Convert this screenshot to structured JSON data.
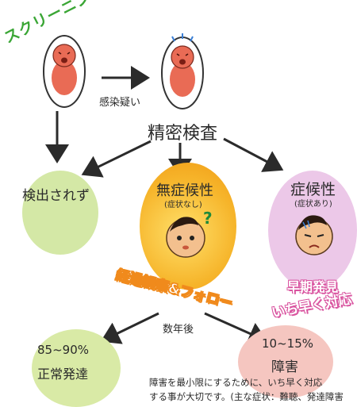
{
  "colors": {
    "green_title": "#3aa635",
    "green_blob": "#d4e8a6",
    "orange_blob": "#f6b52b",
    "pink_blob": "#e8b6e0",
    "pink_label": "#d9539f",
    "orange_label": "#f08a1c",
    "red_blob": "#f3b4b0",
    "arrow": "#2b2b2b"
  },
  "labels": {
    "screening": "スクリーニング検査",
    "infection_suspected": "感染疑い",
    "detailed_test": "精密検査",
    "not_detected": "検出されず",
    "asymptomatic": "無症候性",
    "asymptomatic_sub": "(症状なし)",
    "symptomatic": "症候性",
    "symptomatic_sub": "(症状あり)",
    "observation": "経過観察&フォロー",
    "early_detection": "早期発見",
    "early_response": "いち早く対応",
    "years_later": "数年後",
    "normal_pct": "85~90%",
    "normal": "正常発達",
    "disorder_pct": "10~15%",
    "disorder": "障害",
    "note_line1": "障害を最小限にするために、いち早く対応",
    "note_line2": "する事が大切です。(主な症状：難聴、発達障害"
  },
  "icons": [
    "baby-crying-icon",
    "baby-crying-icon",
    "child-question-icon",
    "child-sick-icon"
  ]
}
